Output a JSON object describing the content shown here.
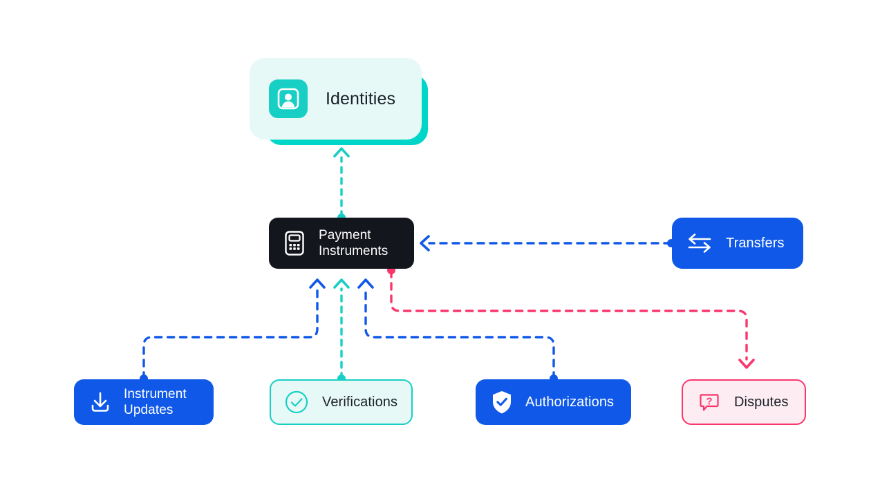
{
  "diagram": {
    "title": "Payment Instruments relationship map",
    "background": "#ffffff",
    "colors": {
      "teal": "#17cfc4",
      "teal_bright": "#00d6c8",
      "teal_tint": "#e6f9f7",
      "blue": "#1059e8",
      "dark": "#14161d",
      "pink": "#f9376c",
      "pink_tint": "#fdedf2",
      "text_dark": "#1a1f27",
      "text_light": "#ffffff"
    }
  },
  "nodes": {
    "identities": {
      "label": "Identities",
      "icon": "identity-portrait-icon",
      "style": "tint-teal-with-solid-shadow"
    },
    "payment_instruments": {
      "label": "Payment\nInstruments",
      "icon": "card-terminal-icon",
      "style": "solid-dark"
    },
    "transfers": {
      "label": "Transfers",
      "icon": "transfer-arrows-icon",
      "style": "solid-blue"
    },
    "instrument_updates": {
      "label": "Instrument\nUpdates",
      "icon": "download-icon",
      "style": "solid-blue"
    },
    "verifications": {
      "label": "Verifications",
      "icon": "check-circle-icon",
      "style": "outline-teal"
    },
    "authorizations": {
      "label": "Authorizations",
      "icon": "shield-check-icon",
      "style": "solid-blue"
    },
    "disputes": {
      "label": "Disputes",
      "icon": "question-bubble-icon",
      "style": "outline-pink"
    }
  },
  "connections": [
    {
      "name": "payment-instruments-to-identities",
      "from": "payment_instruments",
      "to": "identities",
      "color": "#17cfc4",
      "style": "dashed",
      "arrow": "up"
    },
    {
      "name": "transfers-to-payment-instruments",
      "from": "transfers",
      "to": "payment_instruments",
      "color": "#1059e8",
      "style": "dashed",
      "arrow": "left"
    },
    {
      "name": "instrument-updates-to-payment-instruments",
      "from": "instrument_updates",
      "to": "payment_instruments",
      "color": "#1059e8",
      "style": "dashed",
      "arrow": "up"
    },
    {
      "name": "verifications-to-payment-instruments",
      "from": "verifications",
      "to": "payment_instruments",
      "color": "#17cfc4",
      "style": "dashed",
      "arrow": "up"
    },
    {
      "name": "authorizations-to-payment-instruments",
      "from": "authorizations",
      "to": "payment_instruments",
      "color": "#1059e8",
      "style": "dashed",
      "arrow": "up"
    },
    {
      "name": "payment-instruments-to-disputes",
      "from": "payment_instruments",
      "to": "disputes",
      "color": "#f9376c",
      "style": "dashed",
      "arrow": "down"
    }
  ]
}
